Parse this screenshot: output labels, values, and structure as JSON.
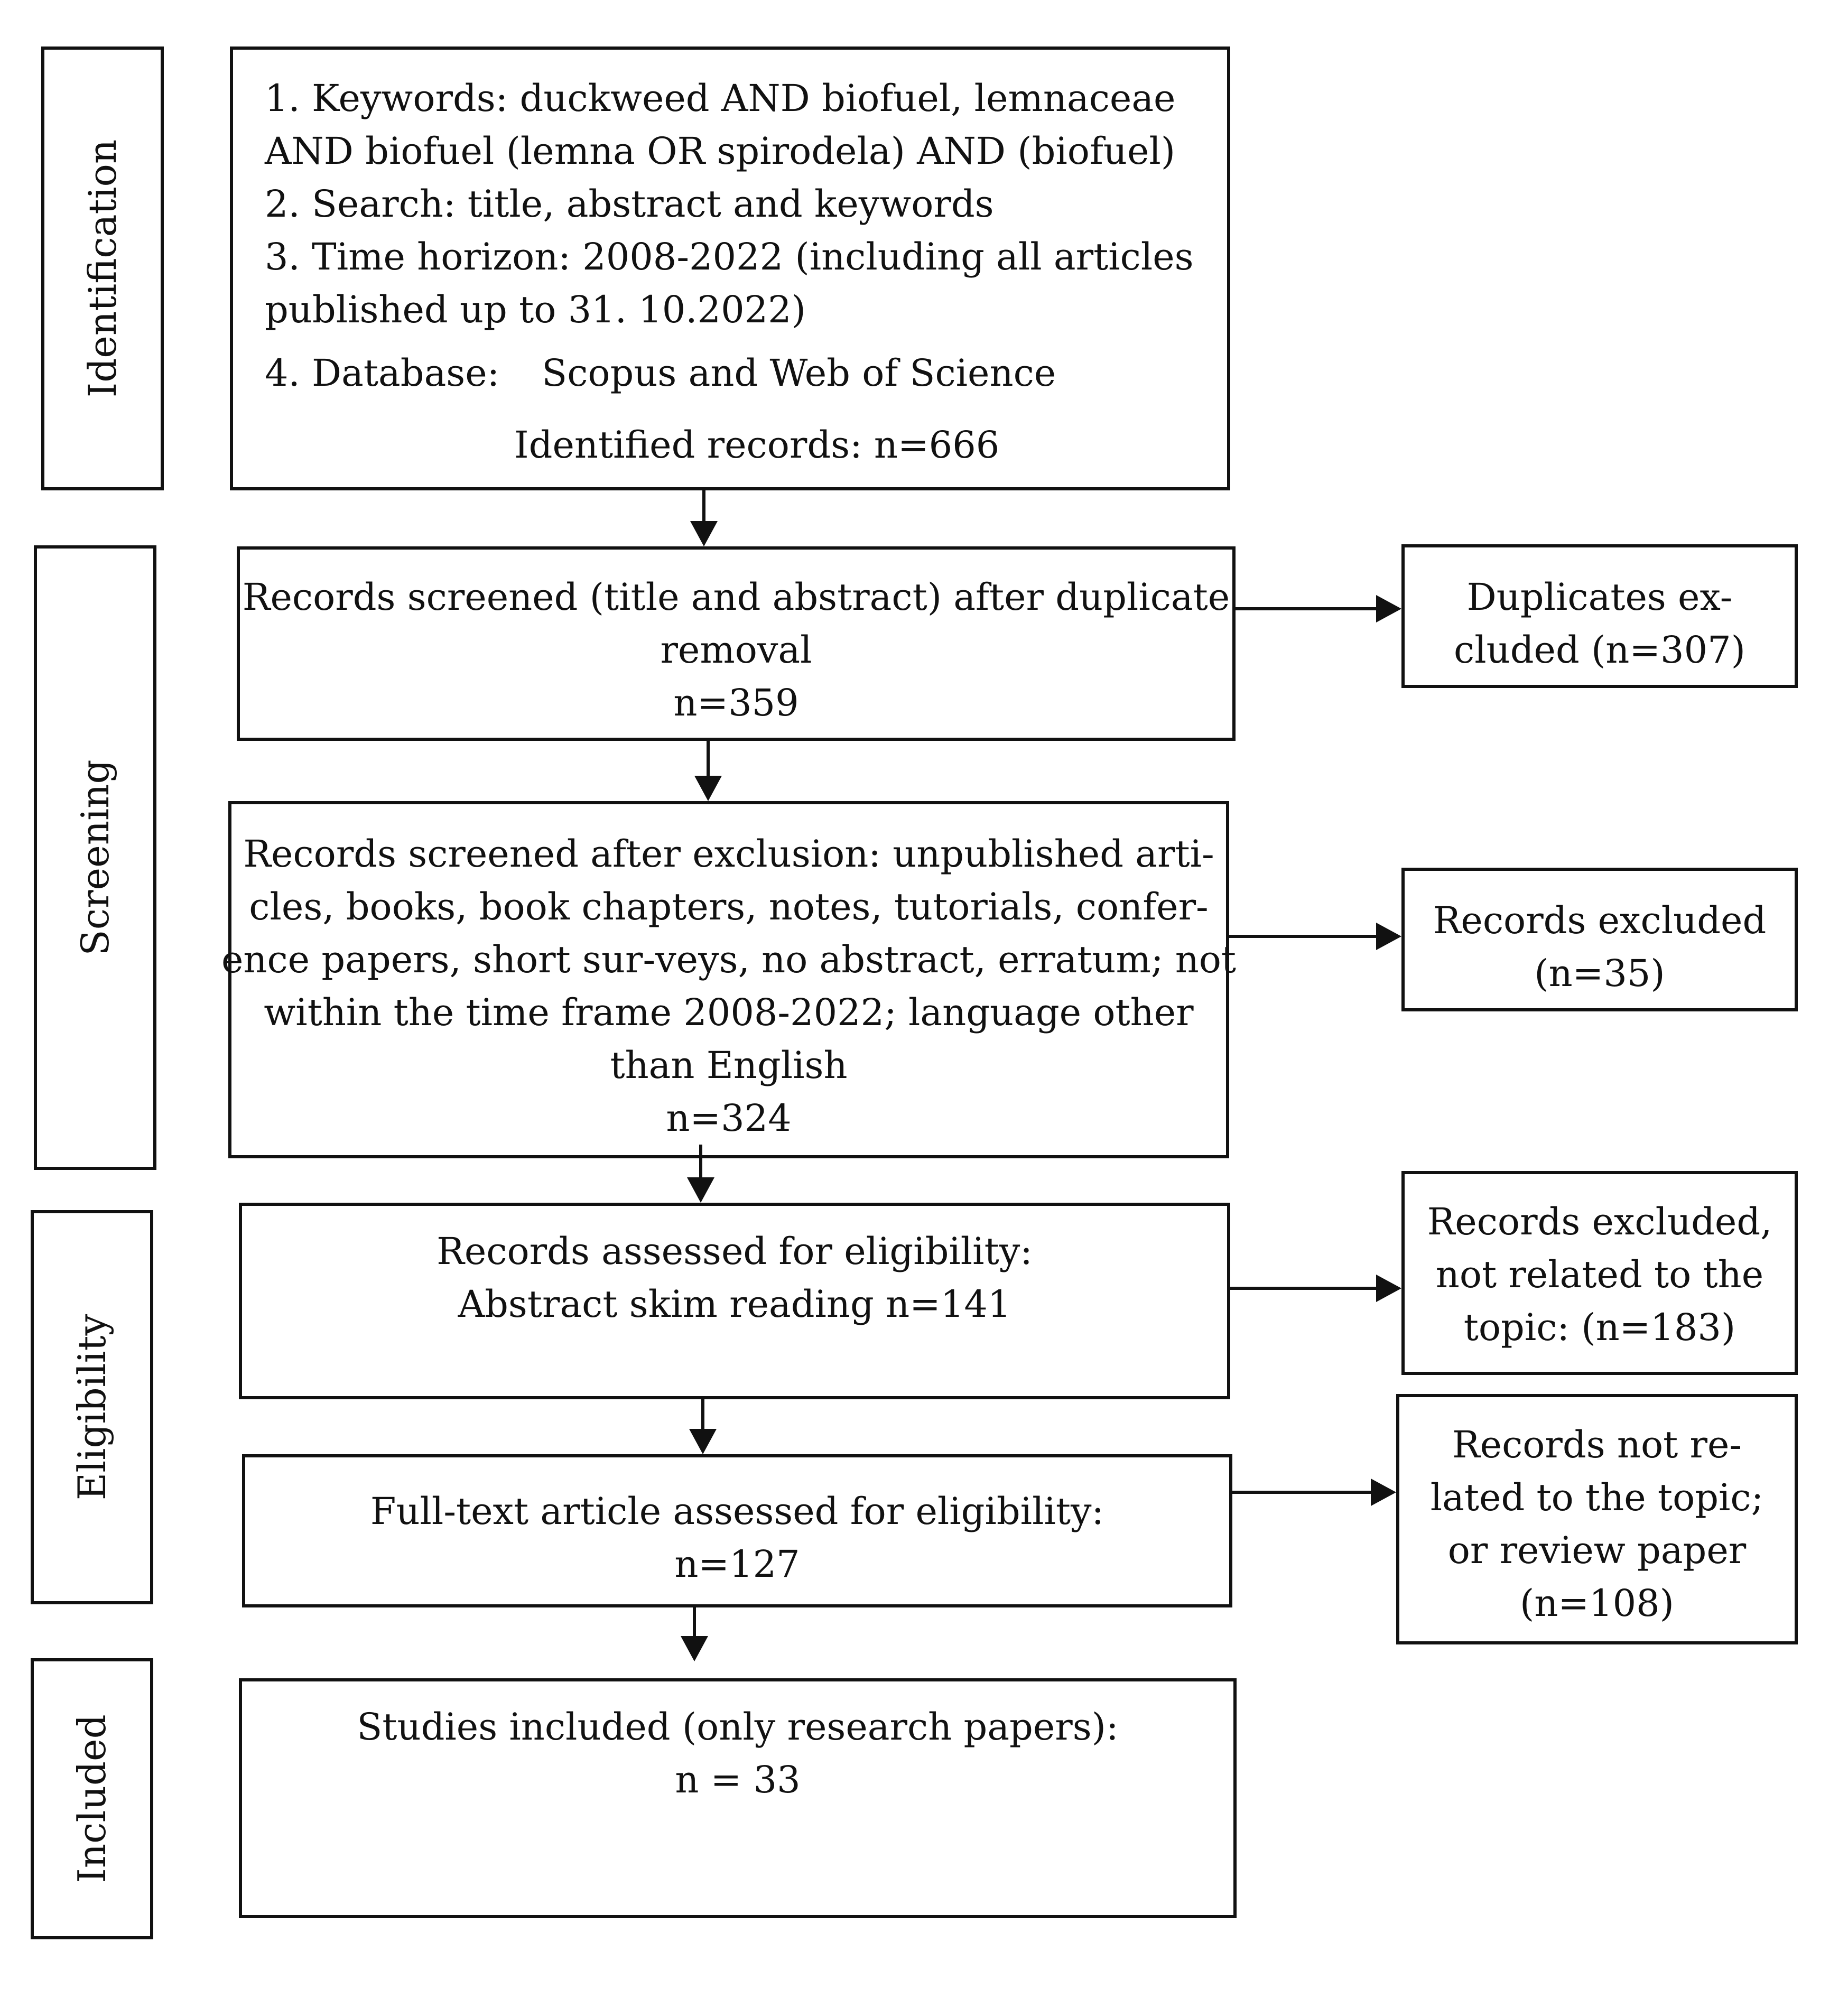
{
  "stages": {
    "identification": "Identification",
    "screening": "Screening",
    "eligibility": "Eligibility",
    "included": "Included"
  },
  "identification_box": {
    "line1": "1. Keywords: duckweed AND biofuel, lemnaceae",
    "line2": "AND biofuel (lemna OR spirodela) AND (biofuel)",
    "line3": "2. Search: title, abstract and keywords",
    "line4": "3. Time horizon: 2008-2022 (including all articles",
    "line5": "published up to 31. 10.2022)",
    "line6_label": "4. Database:",
    "line6_value": "Scopus and Web of Science",
    "records": "Identified records: n=666"
  },
  "screened_box": {
    "line1": "Records screened (title and abstract) after duplicate",
    "line2": "removal",
    "count": "n=359"
  },
  "duplicates_box": {
    "line1": "Duplicates ex-",
    "line2": "cluded (n=307)"
  },
  "exclusion_box": {
    "line1": "Records screened after exclusion: unpublished arti-",
    "line2": "cles, books, book chapters, notes, tutorials, confer-",
    "line3": "ence papers, short sur-veys, no abstract, erratum; not",
    "line4": "within the time frame 2008-2022; language other",
    "line5": "than English",
    "count": "n=324"
  },
  "excluded35_box": {
    "line1": "Records excluded",
    "line2": "(n=35)"
  },
  "eligibility_box": {
    "line1": "Records assessed for eligibility:",
    "line2": "Abstract skim reading n=141"
  },
  "excluded183_box": {
    "line1": "Records excluded,",
    "line2": "not related to the",
    "line3": "topic: (n=183)"
  },
  "fulltext_box": {
    "line1": "Full-text article assessed for eligibility:",
    "count": "n=127"
  },
  "notrelated_box": {
    "line1": "Records not re-",
    "line2": "lated to the topic;",
    "line3": "or review paper",
    "line4": "(n=108)"
  },
  "included_box": {
    "line1": "Studies included (only research papers):",
    "count": "n = 33"
  }
}
